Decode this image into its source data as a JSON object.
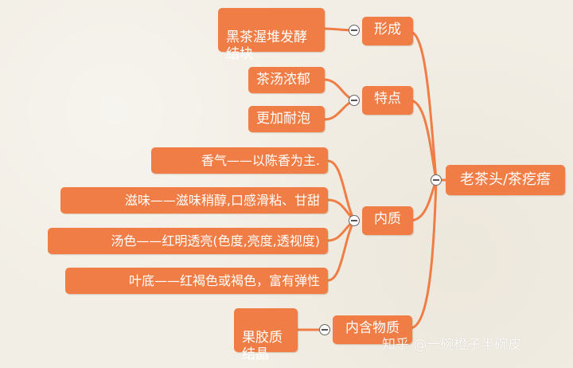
{
  "root": {
    "label": "老茶头/茶疙瘩"
  },
  "branches": [
    {
      "label": "形成",
      "children": [
        "黑茶渥堆发酵\n结块"
      ]
    },
    {
      "label": "特点",
      "children": [
        "茶汤浓郁",
        "更加耐泡"
      ]
    },
    {
      "label": "内质",
      "children": [
        "香气——以陈香为主.",
        "滋味——滋味稍醇,口感滑粘、甘甜",
        "汤色——红明透亮(色度,亮度,透视度)",
        "叶底——红褐色或褐色，富有弹性"
      ]
    },
    {
      "label": "内含物质",
      "children": [
        "果胶质\n结晶"
      ]
    }
  ],
  "watermark": "知乎 @一碗橙子半碗皮",
  "colors": {
    "node": "#f07d45",
    "line": "#f07d45",
    "background": "#f2eee5"
  }
}
